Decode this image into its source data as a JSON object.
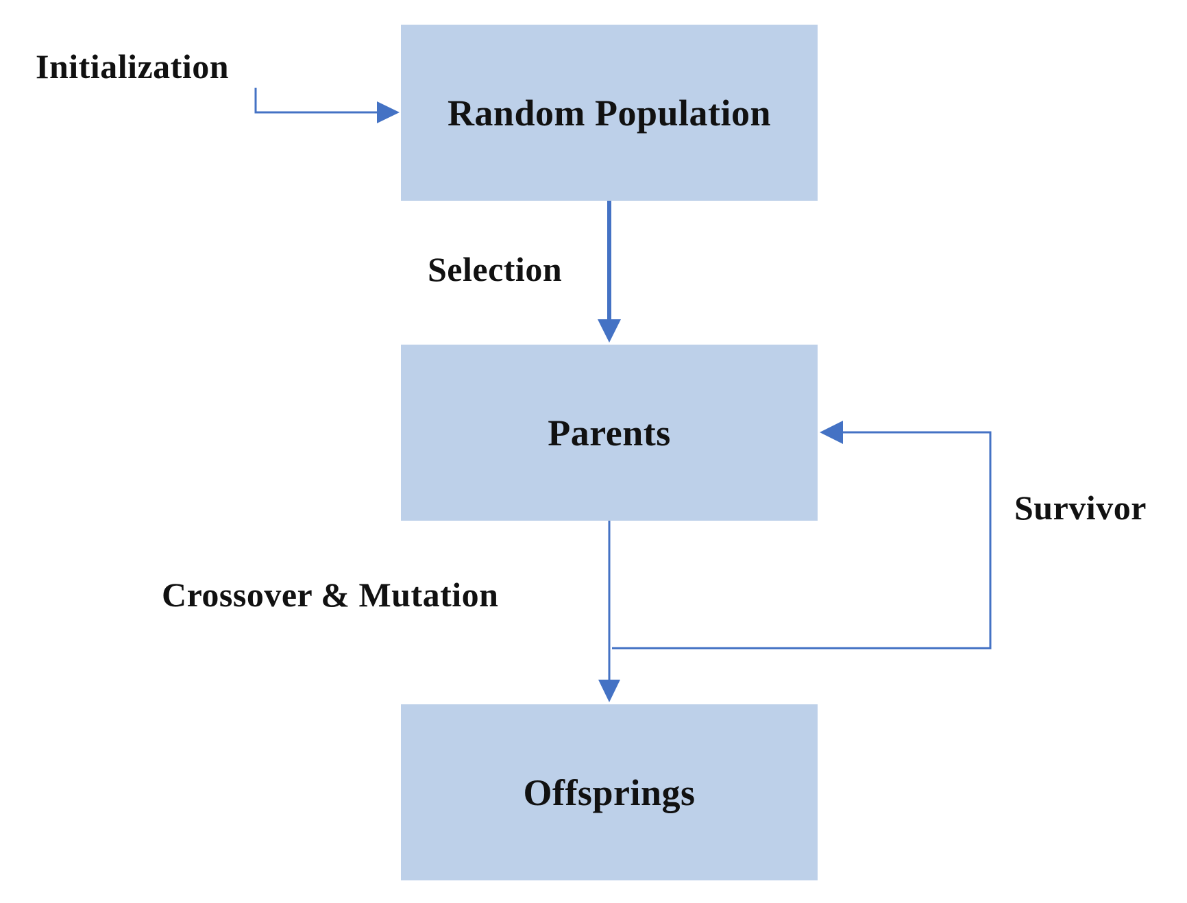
{
  "diagram": {
    "nodes": {
      "random_population": "Random Population",
      "parents": "Parents",
      "offsprings": "Offsprings"
    },
    "edges": {
      "initialization": "Initialization",
      "selection": "Selection",
      "crossover_mutation": "Crossover & Mutation",
      "survivor": "Survivor"
    },
    "colors": {
      "box_fill": "#bdd0e9",
      "arrow": "#4472c4",
      "text": "#111111"
    }
  }
}
